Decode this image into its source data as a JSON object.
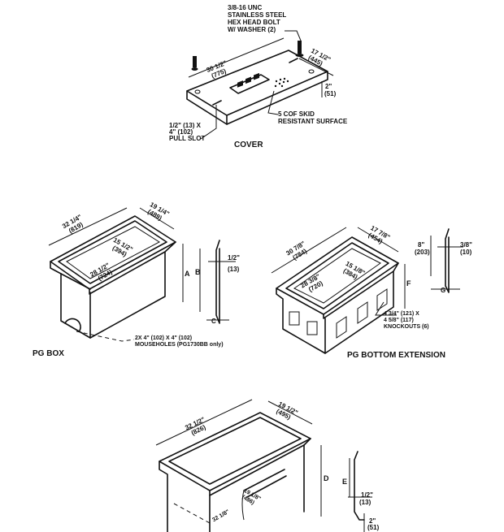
{
  "cover": {
    "bolt_note": [
      "3/8-16 UNC",
      "STAINLESS STEEL",
      "HEX HEAD BOLT",
      "W/ WASHER (2)"
    ],
    "len_in": "30 1/2\"",
    "len_mm": "(775)",
    "wid_in": "17 1/2\"",
    "wid_mm": "(445)",
    "h_in": "2\"",
    "h_mm": "(51)",
    "skid": [
      "5 COF SKID",
      "RESISTANT SURFACE"
    ],
    "slot": [
      "1/2\" (13) X",
      "4\" (102)",
      "PULL SLOT"
    ],
    "title": "COVER"
  },
  "pg_box": {
    "len_in": "32 1/4\"",
    "len_mm": "(819)",
    "wid_in": "19 1/4\"",
    "wid_mm": "(489)",
    "in_len_in": "28 1/2\"",
    "in_len_mm": "(724)",
    "in_wid_in": "15 1/2\"",
    "in_wid_mm": "(394)",
    "dim_a": "A",
    "dim_b": "B",
    "dim_c": "C",
    "wall_in": "1/2\"",
    "wall_mm": "(13)",
    "mousehole": [
      "2X 4\" (102) X 4\" (102)",
      "MOUSEHOLES (PG1730BB only)"
    ],
    "title": "PG BOX"
  },
  "pg_ext": {
    "len_in": "30 7/8\"",
    "len_mm": "(784)",
    "wid_in": "17 7/8\"",
    "wid_mm": "(454)",
    "in_len_in": "28 3/8\"",
    "in_len_mm": "(720)",
    "in_wid_in": "15 1/8\"",
    "in_wid_mm": "(384)",
    "dim_f": "F",
    "dim_g": "G",
    "h_in": "8\"",
    "h_mm": "(203)",
    "wall_in": "3/8\"",
    "wall_mm": "(10)",
    "knockout": [
      "4 3/4\" (121) X",
      "4 5/8\" (117)",
      "KNOCKOUTS (6)"
    ],
    "title": "PG BOTTOM EXTENSION"
  },
  "bottom_box": {
    "len_in": "32 1/2\"",
    "len_mm": "(826)",
    "wid_in": "19 1/2\"",
    "wid_mm": "(495)",
    "in_wid_in": "19 1/8\"",
    "in_wid_mm": "(486)",
    "in_len_in": "32 1/8\"",
    "dim_d": "D",
    "dim_e": "E",
    "wall_in": "1/2\"",
    "wall_mm": "(13)",
    "flange_in": "2\"",
    "flange_mm": "(51)"
  }
}
